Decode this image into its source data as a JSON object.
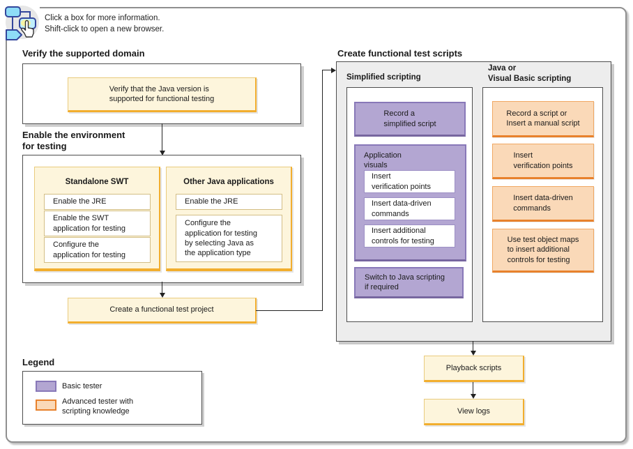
{
  "hint": {
    "line1": "Click a box for more information.",
    "line2": "Shift-click to open a new browser."
  },
  "icons": {
    "flowchart_click": "flowchart-boxes-with-hand-cursor"
  },
  "verify_section": {
    "heading": "Verify the supported domain",
    "verify_java_label": "Verify that the Java version is\nsupported for functional testing"
  },
  "enable_section": {
    "heading": "Enable the environment\nfor testing",
    "standalone_swt": {
      "title": "Standalone SWT",
      "steps": [
        "Enable the JRE",
        "Enable the SWT\napplication for testing",
        "Configure the\napplication for testing"
      ]
    },
    "other_java": {
      "title": "Other Java applications",
      "steps": [
        "Enable the JRE",
        "Configure the\napplication for testing\nby selecting Java as\nthe application type"
      ]
    }
  },
  "create_project_label": "Create a functional test project",
  "scripts_section": {
    "heading": "Create functional test scripts",
    "simplified": {
      "heading": "Simplified scripting",
      "record_label": "Record a\nsimplified script",
      "application_visuals": {
        "title": "Application\nvisuals",
        "steps": [
          "Insert\nverification points",
          "Insert data-driven\ncommands",
          "Insert additional\ncontrols for testing"
        ]
      },
      "switch_label": "Switch to Java scripting\nif required"
    },
    "java_vb": {
      "heading": "Java or\nVisual Basic scripting",
      "steps": [
        "Record a script or\nInsert a manual script",
        "Insert\nverification points",
        "Insert data-driven\ncommands",
        "Use test object maps\nto insert additional\ncontrols for testing"
      ]
    }
  },
  "playback_label": "Playback scripts",
  "view_logs_label": "View logs",
  "legend": {
    "heading": "Legend",
    "items": [
      {
        "label": "Basic tester"
      },
      {
        "label": "Advanced tester with\nscripting knowledge"
      }
    ]
  },
  "colors": {
    "task_fill": "#fdf5dc",
    "task_border": "#e9cb7d",
    "task_accent": "#f2ae2e",
    "basic_fill": "#b3a6d2",
    "basic_border": "#8878b8",
    "advanced_fill": "#fad9b8",
    "advanced_border": "#e8812c",
    "panel_fill": "#ededed"
  }
}
